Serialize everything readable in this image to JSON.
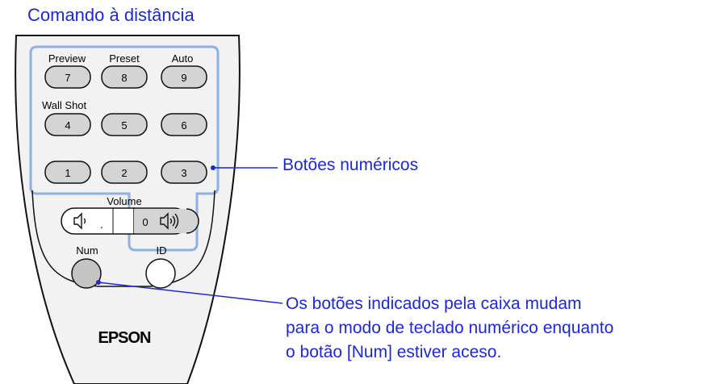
{
  "title": "Comando à distância",
  "buttons": {
    "row1": [
      {
        "label": "Preview",
        "key": "7"
      },
      {
        "label": "Preset",
        "key": "8"
      },
      {
        "label": "Auto",
        "key": "9"
      }
    ],
    "row2": [
      {
        "label": "Wall Shot",
        "key": "4"
      },
      {
        "label": "",
        "key": "5"
      },
      {
        "label": "",
        "key": "6"
      }
    ],
    "row3": [
      {
        "label": "",
        "key": "1"
      },
      {
        "label": "",
        "key": "2"
      },
      {
        "label": "",
        "key": "3"
      }
    ]
  },
  "volume": {
    "label": "Volume",
    "left_key": ".",
    "right_key": "0"
  },
  "num_label": "Num",
  "id_label": "ID",
  "brand": "EPSON",
  "callouts": {
    "numeric_buttons": "Botões numéricos",
    "note_line1": "Os botões indicados pela caixa mudam",
    "note_line2": "para o modo de teclado numérico enquanto",
    "note_line3": "o botão [Num] estiver aceso."
  },
  "colors": {
    "accent": "#1c28d6",
    "highlight_box": "#8fb0e6",
    "remote_body": "#f2f2f2",
    "button_fill": "#d4d4d4"
  }
}
